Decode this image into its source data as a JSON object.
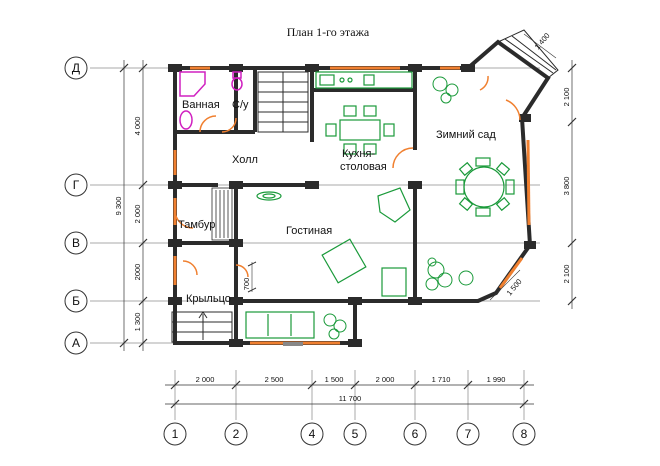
{
  "title": "План 1-го этажа",
  "rooms": {
    "bathroom": "Ванная",
    "wc": "С/у",
    "hall": "Холл",
    "kitchen_line1": "Кухня-",
    "kitchen_line2": "столовая",
    "winter_garden": "Зимний сад",
    "vestibule": "Тамбур",
    "living": "Гостиная",
    "porch": "Крыльцо"
  },
  "axes": {
    "letters": [
      "Д",
      "Г",
      "В",
      "Б",
      "А"
    ],
    "numbers": [
      "1",
      "2",
      "4",
      "5",
      "6",
      "7",
      "8"
    ]
  },
  "dims": {
    "bottom": [
      "2 000",
      "2 500",
      "1 500",
      "2 000",
      "1 710",
      "1 990"
    ],
    "total_horizontal": "11 700",
    "left": [
      "4 000",
      "2 000",
      "2000",
      "1 300"
    ],
    "total_vertical": "9 300",
    "right": [
      "2 100",
      "3 800",
      "2 100"
    ],
    "diagonal_top": "1 400",
    "diagonal_bottom": "1 500",
    "small_vertical": "700"
  },
  "colors": {
    "wall": "#2b2b2b",
    "window": "#f08030",
    "furniture": "#1a9a3a",
    "fixture": "#d020c0"
  }
}
